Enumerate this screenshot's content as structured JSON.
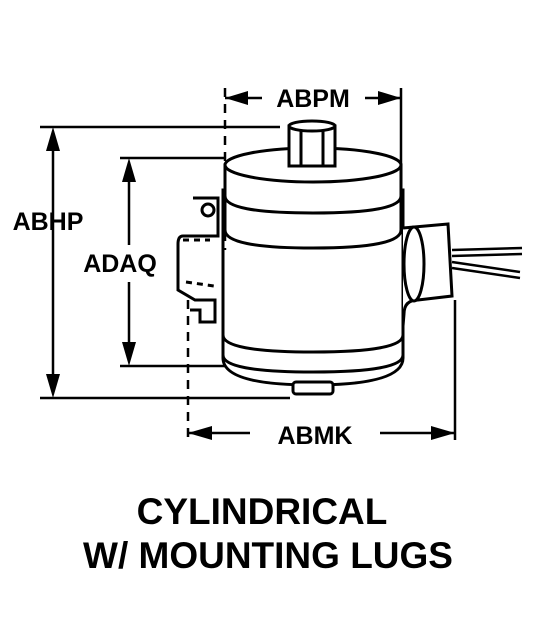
{
  "dimensions": {
    "top": "ABPM",
    "left_outer": "ABHP",
    "left_inner": "ADAQ",
    "bottom": "ABMK"
  },
  "caption": {
    "line1": "CYLINDRICAL",
    "line2": "W/ MOUNTING LUGS"
  },
  "colors": {
    "ink": "#000000",
    "paper": "#ffffff"
  }
}
